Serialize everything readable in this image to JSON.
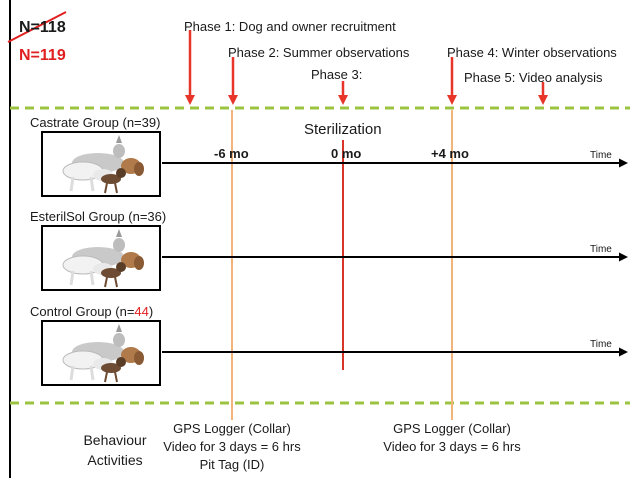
{
  "header": {
    "old_count": "N=118",
    "new_count": "N=119"
  },
  "phases": {
    "phase1": "Phase 1: Dog and owner recruitment",
    "phase2": "Phase 2: Summer observations",
    "phase3": "Phase 3:",
    "phase4": "Phase 4: Winter observations",
    "phase5": "Phase 5: Video analysis"
  },
  "sterilization_label": "Sterilization",
  "time_marks": [
    "-6 mo",
    "0 mo",
    "+4 mo"
  ],
  "time_axis_label": "Time",
  "groups": [
    {
      "label": "Castrate Group (n=39)"
    },
    {
      "label": "EsterilSol Group (n=36)"
    },
    {
      "label_prefix": "Control Group (n=",
      "label_highlight": "44",
      "label_suffix": ")"
    }
  ],
  "bottom": {
    "row_label_line1": "Behaviour",
    "row_label_line2": "Activities",
    "summer_line1": "GPS Logger (Collar)",
    "summer_line2": "Video for 3 days = 6 hrs",
    "summer_line3": "Pit Tag (ID)",
    "winter_line1": "GPS Logger (Collar)",
    "winter_line2": "Video for 3 days = 6 hrs"
  },
  "colors": {
    "red": "#e8352a",
    "orange_line": "#f3b47a",
    "green_dash": "#9bc340",
    "dark_red_line": "#d8352a",
    "count_red": "#e02020"
  }
}
